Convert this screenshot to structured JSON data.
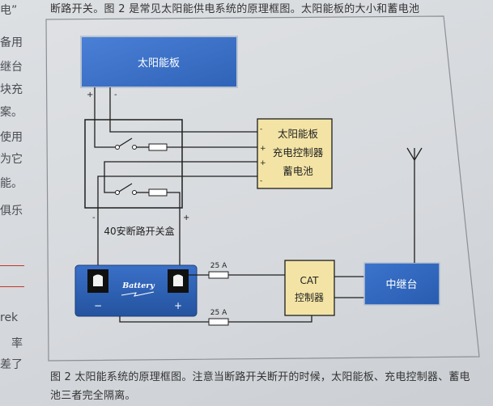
{
  "page": {
    "top_text": "断路开关。图 2 是常见太阳能供电系统的原理框图。太阳能板的大小和蓄电池",
    "left_column": [
      "电”",
      "备用",
      "继台",
      "块充",
      "案。",
      "使用",
      "为它",
      "能。",
      "俱乐",
      "rek",
      "率",
      "差了"
    ],
    "caption_lines": [
      "图 2 太阳能系统的原理框图。注意当断路开关断开的时候，太阳能板、充电控制器、蓄电",
      "池三者完全隔离。"
    ]
  },
  "diagram": {
    "solar_panel": {
      "label": "太阳能板",
      "plus": "+",
      "minus": "-"
    },
    "breaker_box": {
      "label": "40安断路开关盒",
      "minus": "-",
      "plus": "+"
    },
    "charge_controller": {
      "lines": [
        "太阳能板",
        "充电控制器",
        "蓄电池"
      ],
      "signs": [
        "-",
        "+",
        "+",
        "-"
      ]
    },
    "battery": {
      "label": "Battery",
      "minus": "−",
      "plus": "+"
    },
    "fuses": [
      {
        "label": "25 A"
      },
      {
        "label": "25 A"
      }
    ],
    "cat_controller": {
      "lines": [
        "CAT",
        "控制器"
      ]
    },
    "repeater": {
      "label": "中继台"
    }
  },
  "colors": {
    "solar_panel": "#3b6fc6",
    "repeater": "#2f66be",
    "battery": "#2a5fb8",
    "controller_fill": "#f3e4a5",
    "margin_rule": "#c0392b"
  }
}
